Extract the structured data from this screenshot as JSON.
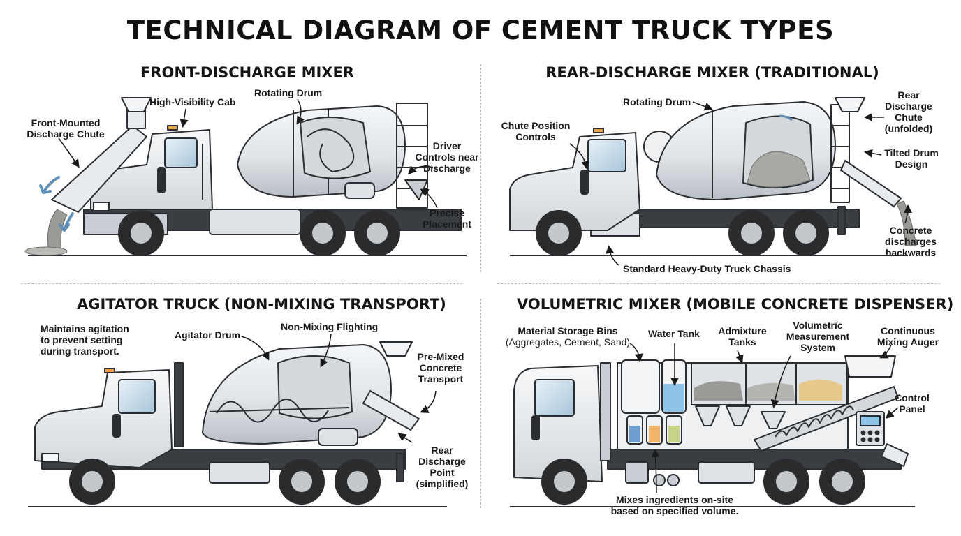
{
  "title": "TECHNICAL DIAGRAM OF CEMENT TRUCK TYPES",
  "panels": [
    {
      "title": "FRONT-DISCHARGE MIXER",
      "labels": {
        "front_chute": [
          "Front-Mounted",
          "Discharge Chute"
        ],
        "cab": "High-Visibility Cab",
        "drum": "Rotating Drum",
        "controls": [
          "Driver",
          "Controls near",
          "Discharge"
        ],
        "placement": [
          "Precise",
          "Placement"
        ]
      }
    },
    {
      "title": "REAR-DISCHARGE MIXER (TRADITIONAL)",
      "labels": {
        "drum": "Rotating Drum",
        "chute_controls": [
          "Chute Position",
          "Controls"
        ],
        "rear_chute": [
          "Rear",
          "Discharge",
          "Chute",
          "(unfolded)"
        ],
        "tilted": [
          "Tilted Drum",
          "Design"
        ],
        "backwards": [
          "Concrete",
          "discharges",
          "backwards"
        ],
        "chassis": "Standard Heavy-Duty Truck Chassis"
      }
    },
    {
      "title": "AGITATOR TRUCK (NON-MIXING TRANSPORT)",
      "labels": {
        "agitation": [
          "Maintains agitation",
          "to prevent setting",
          "during transport."
        ],
        "drum": "Agitator Drum",
        "flighting": "Non-Mixing Flighting",
        "premixed": [
          "Pre-Mixed",
          "Concrete",
          "Transport"
        ],
        "rear_point": [
          "Rear",
          "Discharge",
          "Point",
          "(simplified)"
        ]
      }
    },
    {
      "title": "VOLUMETRIC MIXER (MOBILE CONCRETE DISPENSER)",
      "labels": {
        "bins": "Material Storage Bins",
        "bins_sub": "(Aggregates, Cement, Sand)",
        "water": "Water Tank",
        "admixture": [
          "Admixture",
          "Tanks"
        ],
        "measurement": [
          "Volumetric",
          "Measurement",
          "System"
        ],
        "auger": [
          "Continuous",
          "Mixing Auger"
        ],
        "control": [
          "Control",
          "Panel"
        ],
        "onsite": [
          "Mixes ingredients on-site",
          "based on specified volume."
        ]
      }
    }
  ],
  "colors": {
    "outline": "#2a2d31",
    "body": "#eef0f2",
    "shade": "#c9ced4",
    "chassis": "#3a3d42",
    "tire": "#2b2b2b",
    "rim": "#c4c8cc",
    "arrow_blue": "#5f8fb8",
    "water_blue": "#8ec4e8",
    "concrete": "#9a9a96"
  }
}
